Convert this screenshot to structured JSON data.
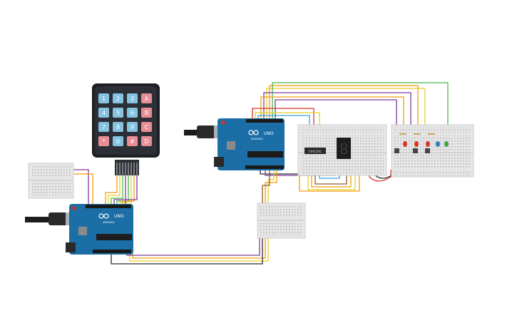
{
  "keypad": {
    "keys": [
      [
        "1",
        "2",
        "3",
        "A"
      ],
      [
        "4",
        "5",
        "6",
        "B"
      ],
      [
        "7",
        "8",
        "9",
        "C"
      ],
      [
        "*",
        "0",
        "#",
        "D"
      ]
    ],
    "digit_key_color": "#86c3e0",
    "letter_key_color": "#e88e96",
    "body_color": "#1d1f24"
  },
  "boards": {
    "left_uno": {
      "logo": "UNO",
      "brand": "ARDUINO"
    },
    "right_uno": {
      "logo": "UNO",
      "brand": "ARDUINO"
    },
    "board_color": "#1b6ea6"
  },
  "display": {
    "digit": "8",
    "chip_label": "74HC595"
  },
  "leds": [
    "red",
    "red",
    "red",
    "blue",
    "green"
  ],
  "wire_colors": {
    "orange": "#f39c12",
    "yellow": "#e8d020",
    "green": "#48b848",
    "purple": "#7d3c98",
    "red": "#d9342b",
    "blue": "#3aa0e0",
    "black": "#2b2b2b",
    "brown": "#8b5a2b"
  }
}
